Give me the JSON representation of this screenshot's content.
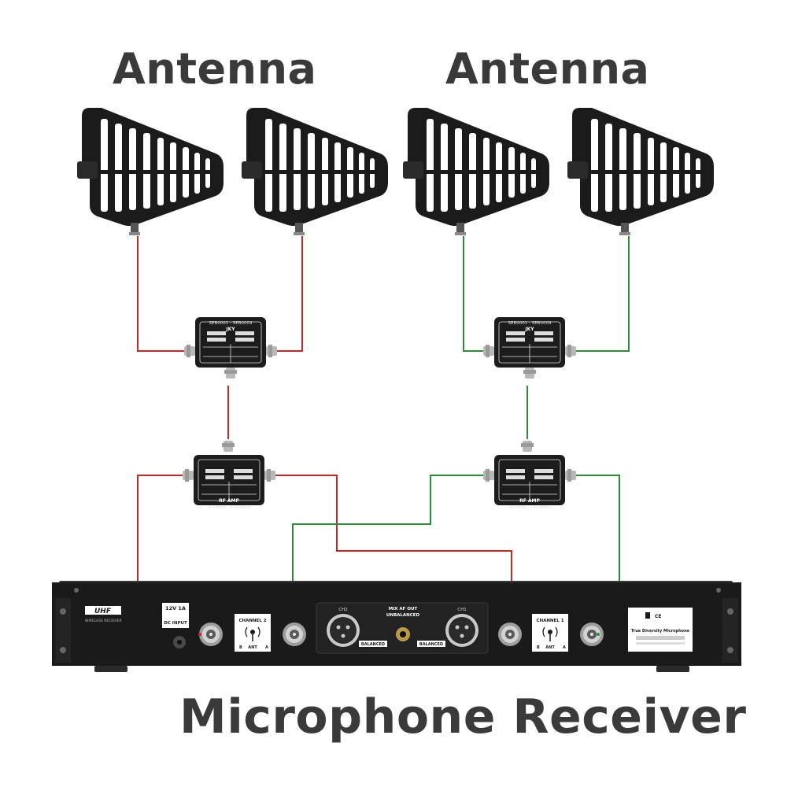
{
  "labels": {
    "antenna_left": "Antenna",
    "antenna_right": "Antenna",
    "receiver": "Microphone Receiver"
  },
  "splitter": {
    "model": "SEB0001 - SEB0009",
    "brand": "JKY"
  },
  "rf_amp": {
    "title": "RF AMP",
    "range": "400MHz - 1000MHz"
  },
  "receiver": {
    "logo": "UHF",
    "logo_sub": "WIRELESS RECEIVER",
    "power_label": "12V 1A",
    "dc_input": "DC INPUT",
    "channel2": "CHANNEL 2",
    "channel1": "CHANNEL 1",
    "ant_b": "B",
    "ant": "ANT",
    "ant_a": "A",
    "ch2": "CH2",
    "ch1": "CH1",
    "mix_out": "MIX AF OUT",
    "unbalanced": "UNBALANCED",
    "balanced": "BALANCED",
    "true_diversity": "True Diversity Microphone"
  },
  "colors": {
    "red_cable": "#c62828",
    "green_cable": "#2e8b3a",
    "device_body": "#1c1c1c",
    "heading_text": "#3a3a3a"
  }
}
